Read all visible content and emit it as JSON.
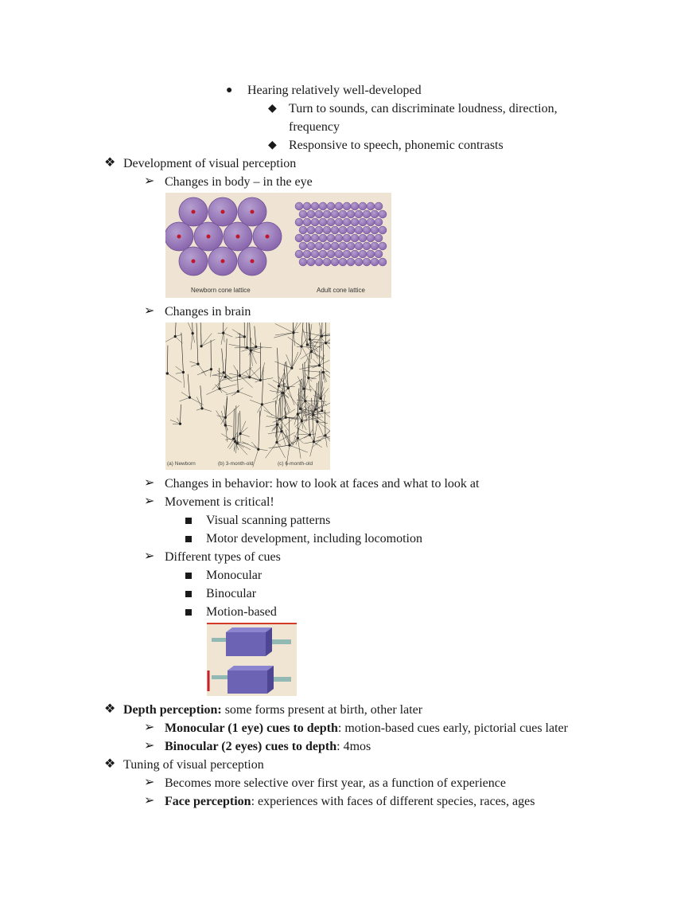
{
  "lines": {
    "hearing": "Hearing relatively well-developed",
    "turn_sounds_1": "Turn to sounds, can discriminate loudness, direction,",
    "turn_sounds_2": "frequency",
    "speech": "Responsive to speech, phonemic contrasts",
    "dev_visual": "Development of visual perception",
    "changes_eye": "Changes in body – in the eye",
    "changes_brain": "Changes in brain",
    "changes_behavior": "Changes in behavior: how to look at faces and what to look at",
    "movement": "Movement is critical!",
    "scanning": "Visual scanning patterns",
    "motor": "Motor development, including locomotion",
    "cue_types": "Different types of cues",
    "monocular": "Monocular",
    "binocular": "Binocular",
    "motion_based": "Motion-based",
    "depth_bold": "Depth perception:",
    "depth_rest": " some forms present at birth, other later",
    "mono_depth_bold": "Monocular (1 eye) cues to depth",
    "mono_depth_rest": ": motion-based cues early, pictorial cues later",
    "bino_depth_bold": "Binocular (2 eyes) cues to depth",
    "bino_depth_rest": ": 4mos",
    "tuning": "Tuning of visual perception",
    "selective": "Becomes more selective over first year, as a function of experience",
    "face_bold": "Face perception",
    "face_rest": ": experiences with faces of different species, races, ages"
  },
  "figures": {
    "cones": {
      "newborn_label": "Newborn cone lattice",
      "adult_label": "Adult cone lattice"
    },
    "brain": {
      "a_label": "(a) Newborn",
      "b_label": "(b) 3-month-old",
      "c_label": "(c) 6-month-old"
    }
  },
  "colors": {
    "cone_purple": "#8a66ad",
    "cone_dot": "#c0182a",
    "figure_bg": "#f0e6d2",
    "box_purple": "#6d63b5"
  }
}
